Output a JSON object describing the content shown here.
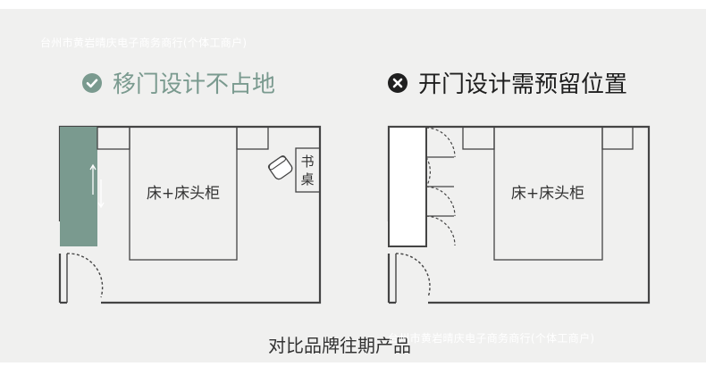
{
  "watermark": {
    "top": "台州市黄岩晴庆电子商务商行(个体工商户)",
    "bottom": "台州市黄岩晴庆电子商务商行(个体工商户)"
  },
  "left": {
    "icon": "check-circle-icon",
    "title": "移门设计不占地",
    "bed_label": "床+床头柜",
    "desk_label_1": "书",
    "desk_label_2": "桌"
  },
  "right": {
    "icon": "x-circle-icon",
    "title": "开门设计需预留位置",
    "bed_label": "床+床头柜"
  },
  "caption": "对比品牌往期产品",
  "colors": {
    "accent": "#7a9a8f",
    "wardrobe_fill": "#7a9a8f",
    "line": "#444444",
    "background": "#f0f0ef"
  }
}
